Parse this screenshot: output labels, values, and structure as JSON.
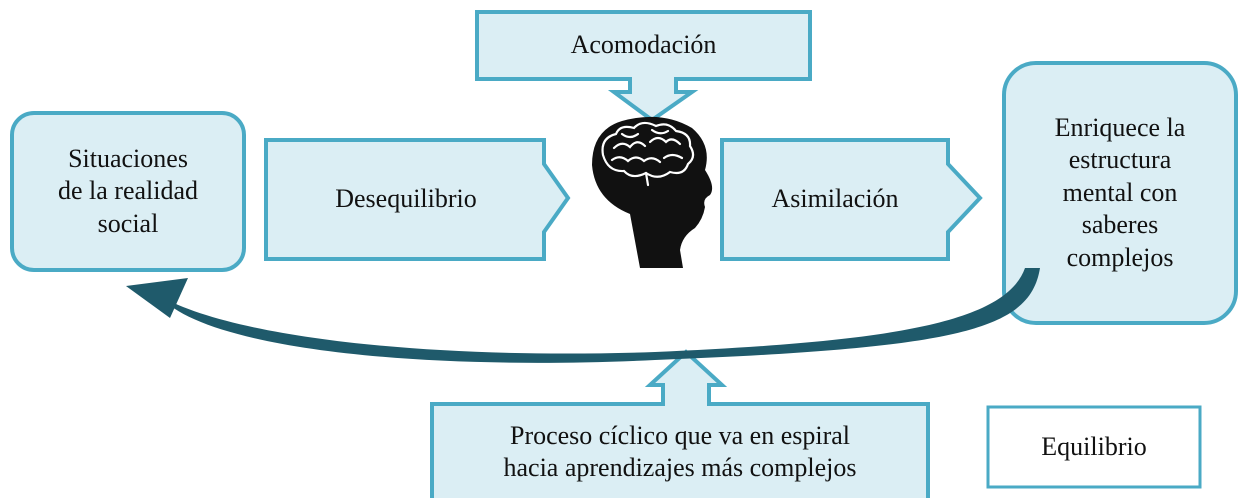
{
  "diagram": {
    "nodes": {
      "situaciones": {
        "label": "Situaciones\nde la realidad\nsocial"
      },
      "desequilibrio": {
        "label": "Desequilibrio"
      },
      "acomodacion": {
        "label": "Acomodación"
      },
      "asimilacion": {
        "label": "Asimilación"
      },
      "enriquece": {
        "label": "Enriquece la\nestructura\nmental con\nsaberes\ncomplejos"
      },
      "proceso": {
        "label": "Proceso cíclico que va en espiral\nhacia aprendizajes más complejos"
      },
      "equilibrio": {
        "label": "Equilibrio"
      }
    },
    "icons": {
      "center": "brain-head-icon"
    },
    "colors": {
      "box_fill": "#dbeef4",
      "box_stroke": "#4aaac5",
      "cycle_arrow": "#1f5a6b",
      "equilibrio_stroke": "#4aaac5",
      "equilibrio_fill": "#ffffff",
      "head": "#111111"
    }
  }
}
